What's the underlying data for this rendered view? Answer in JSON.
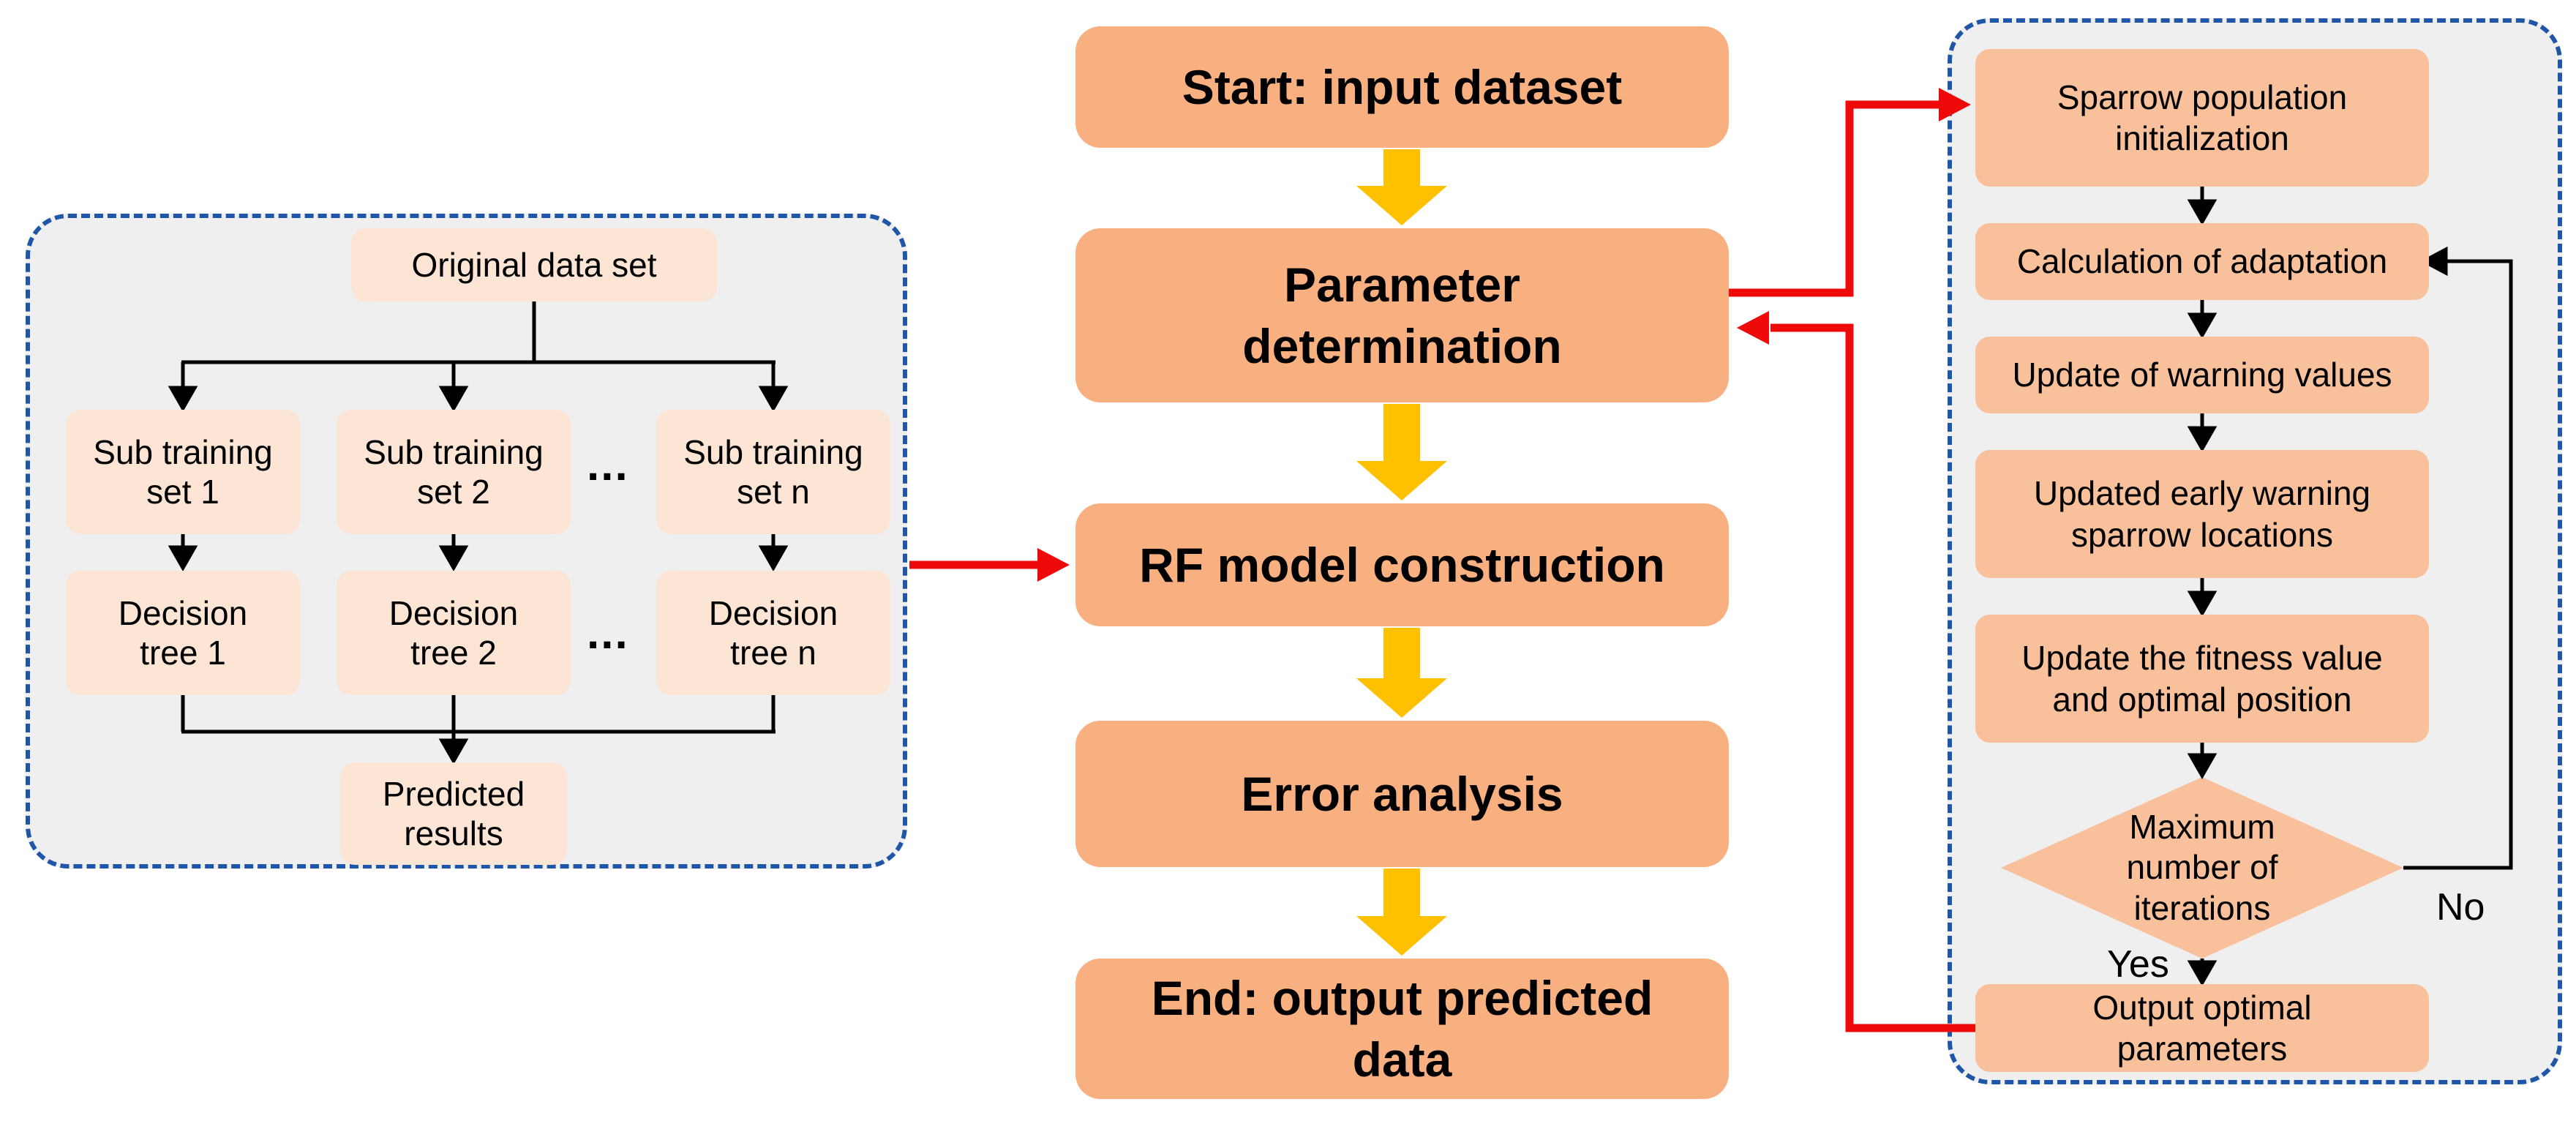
{
  "colors": {
    "center_box": "#F8B081",
    "left_panel_box": "#FCE5D4",
    "right_panel_box": "#F9C09C",
    "panel_background": "#EFEFEF",
    "panel_border_blue": "#2056A8",
    "arrow_yellow": "#FFC000",
    "arrow_red": "#EE0A0A",
    "line_black": "#000000"
  },
  "left_panel": {
    "original": "Original data set",
    "sub1": "Sub training\nset 1",
    "sub2": "Sub training\nset 2",
    "subn": "Sub training\nset n",
    "tree1": "Decision\ntree 1",
    "tree2": "Decision\ntree 2",
    "treen": "Decision\ntree n",
    "predicted": "Predicted\nresults",
    "ellipsis": "..."
  },
  "center": {
    "start": "Start: input dataset",
    "parameter": "Parameter\ndetermination",
    "rf": "RF model construction",
    "error": "Error analysis",
    "end": "End: output predicted\ndata"
  },
  "right_panel": {
    "init": "Sparrow population\ninitialization",
    "calc": "Calculation of adaptation",
    "warning": "Update of warning values",
    "locations": "Updated early warning\nsparrow locations",
    "fitness": "Update the fitness value\nand optimal position",
    "diamond": "Maximum\nnumber of\niterations",
    "output": "Output optimal\nparameters",
    "yes": "Yes",
    "no": "No"
  }
}
